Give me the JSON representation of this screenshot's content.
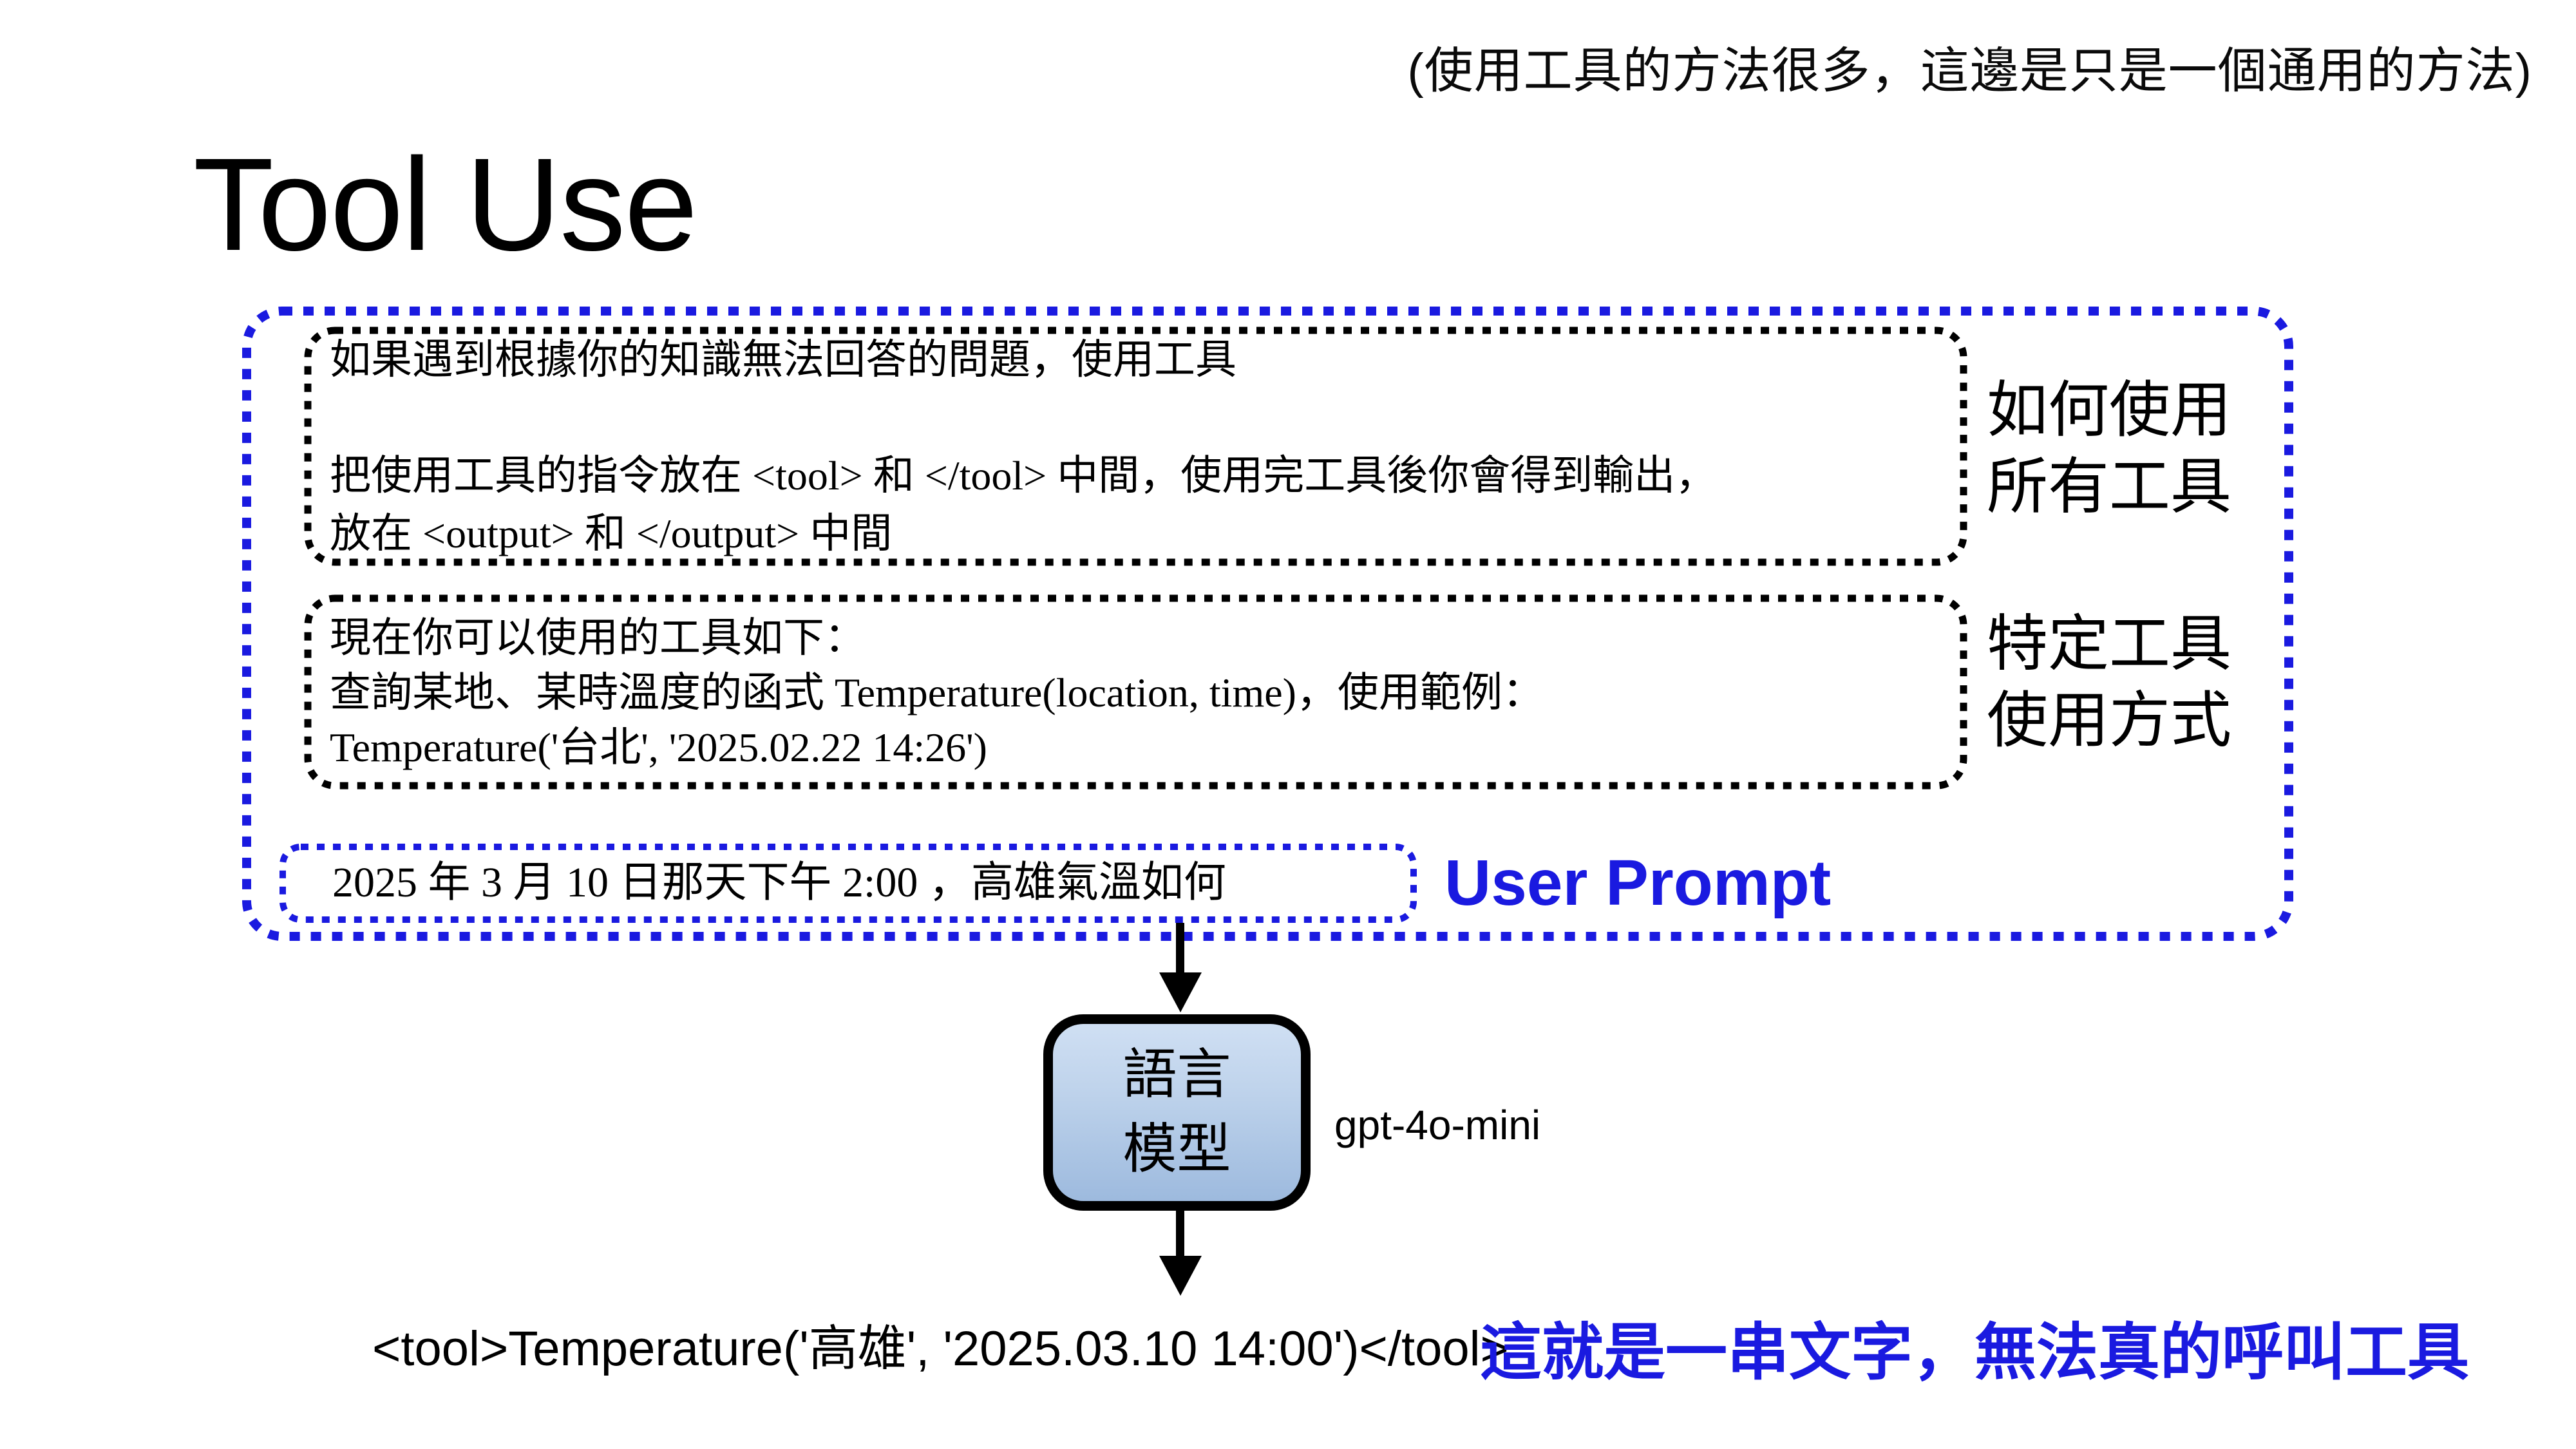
{
  "annotation": {
    "text": "(使用工具的方法很多，這邊是只是一個通用的方法)"
  },
  "title": {
    "text": "Tool Use"
  },
  "prompt_area": {
    "system_box": {
      "p1": "如果遇到根據你的知識無法回答的問題，使用工具",
      "p2_line1": "把使用工具的指令放在 <tool> 和 </tool> 中間，使用完工具後你會得到輸出，",
      "p2_line2": "放在 <output> 和 </output> 中間"
    },
    "system_box_label": {
      "line1": "如何使用",
      "line2": "所有工具"
    },
    "tools_box": {
      "line1": "現在你可以使用的工具如下：",
      "line2": "查詢某地、某時溫度的函式 Temperature(location, time)，使用範例：",
      "line3": "Temperature('台北', '2025.02.22 14:26')"
    },
    "tools_box_label": {
      "line1": "特定工具",
      "line2": "使用方式"
    },
    "user_box": {
      "text": "2025 年 3 月 10 日那天下午 2:00 ，高雄氣溫如何",
      "label": "User Prompt"
    }
  },
  "model": {
    "name_line1": "語言",
    "name_line2": "模型",
    "model_id": "gpt-4o-mini"
  },
  "output": {
    "tool_call": "<tool>Temperature('高雄', '2025.03.10 14:00')</tool>",
    "note": "這就是一串文字，無法真的呼叫工具"
  },
  "colors": {
    "accent_blue": "#1a1ae0",
    "llm_box_fill_top": "#cfdff3",
    "llm_box_fill_bottom": "#9dbade",
    "border_black": "#000000"
  }
}
